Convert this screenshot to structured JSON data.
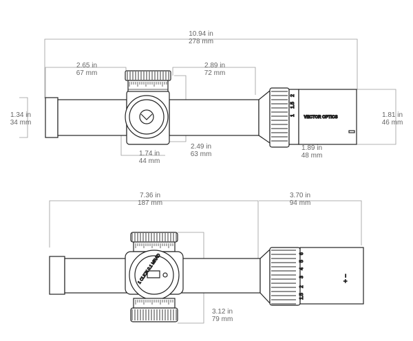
{
  "colors": {
    "line": "#999999",
    "outline": "#222222",
    "text": "#666666"
  },
  "brand": "VECTOR OPTICS",
  "top_view": {
    "total_length": {
      "in": "10.94 in",
      "mm": "278 mm"
    },
    "tube_to_turret": {
      "in": "2.65 in",
      "mm": "67 mm"
    },
    "turret_to_eyepiece": {
      "in": "2.89 in",
      "mm": "72 mm"
    },
    "tube_diameter": {
      "in": "1.34 in",
      "mm": "34 mm"
    },
    "turret_width": {
      "in": "1.74 in",
      "mm": "44 mm"
    },
    "turret_height": {
      "in": "2.49 in",
      "mm": "63 mm"
    },
    "eyepiece_length": {
      "in": "1.89 in",
      "mm": "48 mm"
    },
    "eyepiece_diameter": {
      "in": "1.81 in",
      "mm": "46 mm"
    },
    "mag_ring_marks": [
      "2",
      "1.5",
      "1"
    ]
  },
  "side_view": {
    "front_length": {
      "in": "7.36 in",
      "mm": "187 mm"
    },
    "rear_length": {
      "in": "3.70 in",
      "mm": "94 mm"
    },
    "turret_height": {
      "in": "3.12 in",
      "mm": "79 mm"
    },
    "turret_label": "1 CLICK 0.1 MRAD",
    "mag_ring_marks": [
      "6",
      "5",
      "4",
      "3",
      "2",
      "1.5"
    ],
    "cap_marks": "+ −"
  }
}
